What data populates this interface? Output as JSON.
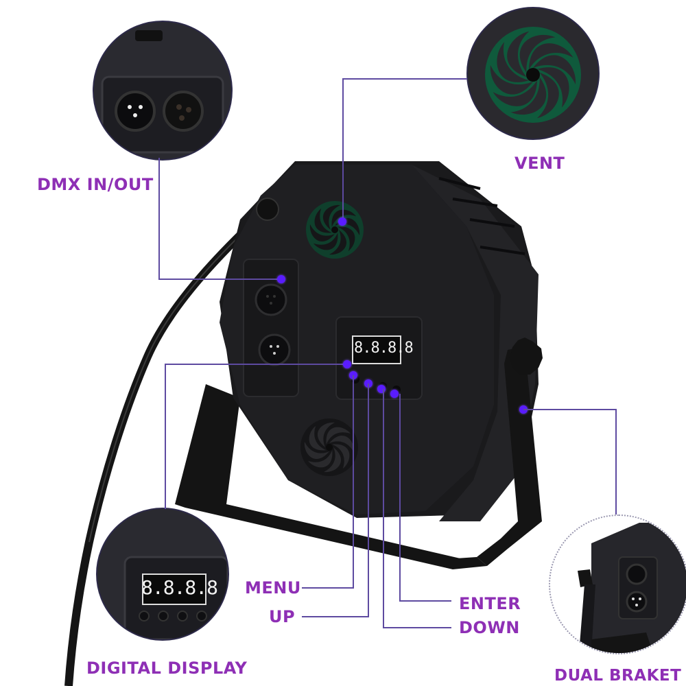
{
  "callouts": {
    "dmx": {
      "label": "DMX IN/OUT"
    },
    "vent": {
      "label": "VENT"
    },
    "display": {
      "label": "DIGITAL DISPLAY"
    },
    "bracket": {
      "label": "DUAL BRAKET"
    },
    "menu": {
      "label": "MENU"
    },
    "up": {
      "label": "UP"
    },
    "enter": {
      "label": "ENTER"
    },
    "down": {
      "label": "DOWN"
    }
  },
  "display_readout": "8.8.8.8",
  "colors": {
    "label": "#8e2fb5",
    "line": "#5d4aa0",
    "dot": "#5a1cff",
    "body": "#1c1c20",
    "vent_green": "#0f5a3c"
  },
  "icons": {
    "xlr_male": "xlr-male-connector-icon",
    "xlr_female": "xlr-female-connector-icon",
    "fan": "fan-vent-icon",
    "knob": "bracket-knob-icon"
  }
}
